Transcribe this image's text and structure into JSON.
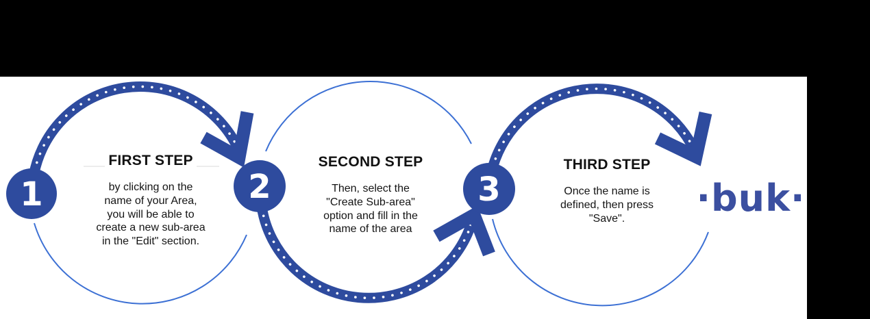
{
  "page": {
    "letterbox_color": "#000000",
    "panel_color": "#ffffff"
  },
  "colors": {
    "primary_blue": "#2e4b9e",
    "accent_blue": "#3c70d4",
    "dot_white": "#ffffff",
    "text_dark": "#121212",
    "divider_gray": "#e6e6e6",
    "logo_blue": "#3b4fa0"
  },
  "steps": [
    {
      "number": "1",
      "title": "FIRST STEP",
      "lines": [
        "by clicking on the",
        "name of your Area,",
        "you will be able to",
        "create a new sub-area",
        "in the \"Edit\" section."
      ]
    },
    {
      "number": "2",
      "title": "SECOND STEP",
      "lines": [
        "Then, select the",
        "\"Create Sub-area\"",
        "option and fill in the",
        "name of the area"
      ]
    },
    {
      "number": "3",
      "title": "THIRD STEP",
      "lines": [
        "Once the name is",
        "defined, then press",
        "\"Save\"."
      ]
    }
  ],
  "logo": {
    "text": "·buk·"
  }
}
